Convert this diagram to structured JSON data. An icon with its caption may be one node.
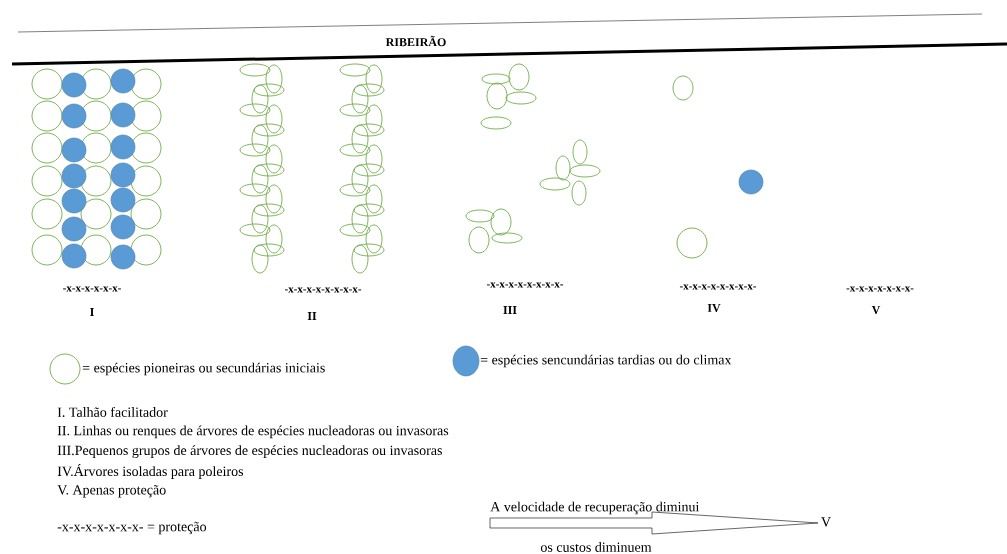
{
  "diagram": {
    "labels": [
      "RIBEIRÃO",
      "-x-x-x-x-x-x-",
      "-x-x-x-x-x-x-x-x-",
      "-x-x-x-x-x-x-x-x-",
      "-x-x-x-x-x-x-x-x-",
      "-x-x-x-x-x-x-x-",
      "I",
      "II",
      "III",
      "IV",
      "V",
      "I. Talhão facilitador",
      "II. Linhas ou renques de árvores de espécies nucleadoras ou invasoras",
      "III.Pequenos grupos de árvores de espécies nucleadoras ou invasoras",
      "IV.Árvores isoladas para poleiros",
      "V. Apenas proteção",
      "-x-x-x-x-x-x-x-  = proteção",
      "A velocidade de recuperação diminui",
      "os custos diminuem",
      "V"
    ],
    "legend": [
      {
        "text": "= espécies pioneiras ou secundárias iniciais"
      },
      {
        "text": "= espécies sencundárias tardias ou do climax",
        "color": "#5b9bd5"
      }
    ]
  }
}
